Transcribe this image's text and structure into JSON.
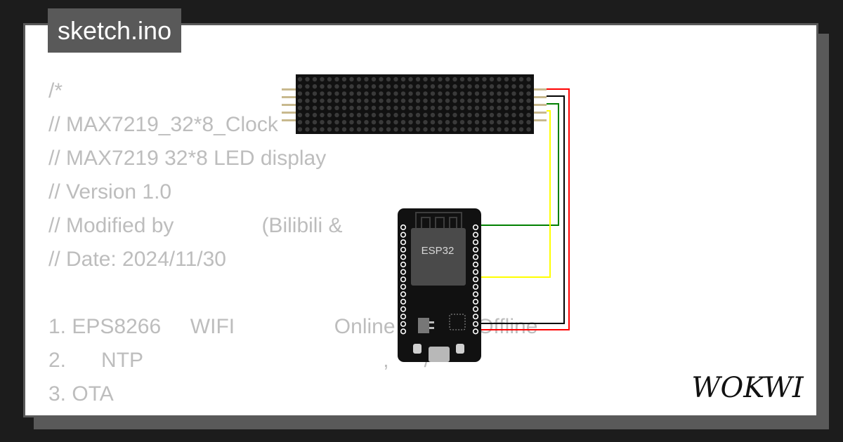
{
  "file": {
    "name": "sketch.ino"
  },
  "code_lines": [
    "/*",
    "// MAX7219_32*8_Clock",
    "// MAX7219 32*8 LED display",
    "// Version 1.0",
    "// Modified by               (Bilibili &",
    "// Date: 2024/11/30",
    "",
    "1. EPS8266     WIFI                 Online              Offline",
    "2.      NTP                                         ,      /",
    "3. OTA",
    "*/"
  ],
  "board": {
    "chip_label": "ESP32"
  },
  "brand": {
    "name": "WOKWI"
  },
  "colors": {
    "background": "#1c1c1c",
    "card": "#ffffff",
    "frame": "#595959",
    "code_text": "#bdbdbd",
    "wire_red": "#ff0000",
    "wire_black": "#000000",
    "wire_green": "#008000",
    "wire_yellow": "#ffff00"
  },
  "icons": [
    "led-matrix-icon",
    "esp32-board-icon",
    "usb-port-icon",
    "wokwi-logo-icon"
  ]
}
